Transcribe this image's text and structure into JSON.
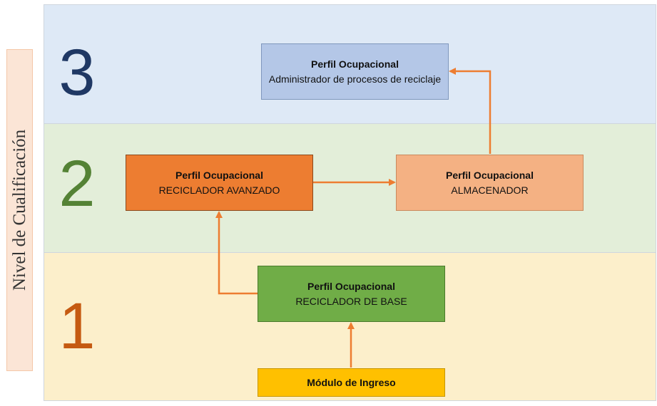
{
  "axis_label": "Nivel de Cualificación",
  "levels": {
    "three": "3",
    "two": "2",
    "one": "1"
  },
  "nodes": {
    "admin": {
      "title": "Perfil Ocupacional",
      "name": "Administrador de procesos de reciclaje"
    },
    "avanzado": {
      "title": "Perfil Ocupacional",
      "name": "RECICLADOR AVANZADO"
    },
    "almacenador": {
      "title": "Perfil Ocupacional",
      "name": "ALMACENADOR"
    },
    "base": {
      "title": "Perfil Ocupacional",
      "name": "RECICLADOR DE BASE"
    },
    "ingreso": {
      "title": "Módulo de Ingreso"
    }
  },
  "colors": {
    "arrow": "#ed7d31",
    "level_3_band": "#dee9f6",
    "level_2_band": "#e3eed9",
    "level_1_band": "#fcefcb"
  }
}
